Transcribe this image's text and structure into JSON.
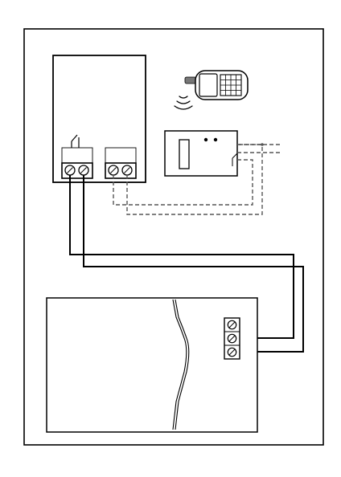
{
  "diagram": {
    "kind": "wiring-diagram",
    "components": [
      "control-unit",
      "relay-contact",
      "screw-terminal-block",
      "gsm-handset",
      "signal-waves",
      "receiver-module",
      "door-panel",
      "terminal-strip"
    ],
    "connections": [
      {
        "from": "relay-terminals",
        "to": "terminal-strip",
        "style": "solid"
      },
      {
        "from": "input-terminals",
        "to": "receiver-module",
        "style": "dashed"
      }
    ],
    "colors": {
      "line": "#000000",
      "dashed": "#555555",
      "background": "#ffffff",
      "panel-fill": "#ffffff"
    }
  }
}
